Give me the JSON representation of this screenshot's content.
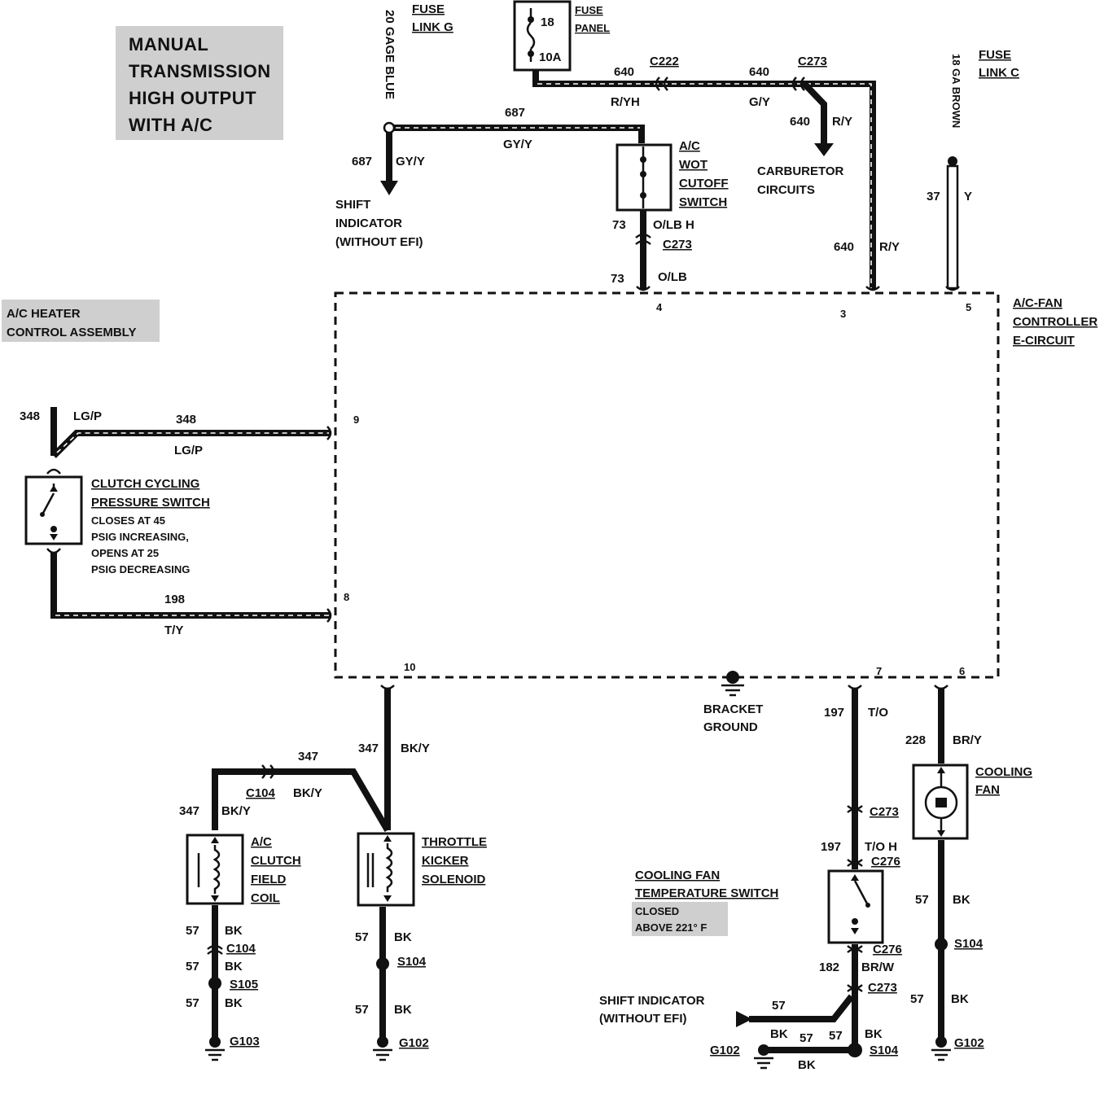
{
  "title_block": {
    "lines": [
      "MANUAL",
      "TRANSMISSION",
      "HIGH OUTPUT",
      "WITH A/C"
    ],
    "background": "#cfcfcf"
  },
  "heater_assembly": {
    "lines": [
      "A/C HEATER",
      "CONTROL ASSEMBLY"
    ]
  },
  "top": {
    "wire_20ga": "20 GAGE BLUE",
    "fuse_link_g": [
      "FUSE",
      "LINK G"
    ],
    "fuse_panel": [
      "FUSE",
      "PANEL"
    ],
    "fuse_num": "18",
    "fuse_amp": "10A",
    "fuse_link_c": [
      "FUSE",
      "LINK C"
    ],
    "wire_18ga": "18 GA BROWN"
  },
  "wires": {
    "w640_a": "640",
    "c222": "C222",
    "ryh": "R/YH",
    "w640_b": "640",
    "c273_top": "C273",
    "gy": "G/Y",
    "w640_c": "640",
    "ry_c": "R/Y",
    "carb": [
      "CARBURETOR",
      "CIRCUITS"
    ],
    "w687_h": "687",
    "gyy_h": "GY/Y",
    "w687_v": "687",
    "gyy_v": "GY/Y",
    "shift_top": [
      "SHIFT",
      "INDICATOR",
      "(WITHOUT EFI)"
    ],
    "wot": [
      "A/C",
      "WOT",
      "CUTOFF",
      "SWITCH"
    ],
    "w73_a": "73",
    "olbh": "O/LB H",
    "c273_mid": "C273",
    "w73_b": "73",
    "olb": "O/LB",
    "w640_d": "640",
    "ry_d": "R/Y",
    "w37": "37",
    "y37": "Y",
    "w348_a": "348",
    "lgp_a": "LG/P",
    "w348_b": "348",
    "lgp_b": "LG/P",
    "w198": "198",
    "ty": "T/Y"
  },
  "controller": {
    "label": [
      "A/C-FAN",
      "CONTROLLER",
      "E-CIRCUIT"
    ],
    "pins": {
      "p4": "4",
      "p3": "3",
      "p5": "5",
      "p9": "9",
      "p8": "8",
      "p10": "10",
      "p7": "7",
      "p6": "6"
    },
    "bracket": [
      "BRACKET",
      "GROUND"
    ]
  },
  "clutch_switch": {
    "title": [
      "CLUTCH CYCLING",
      "PRESSURE SWITCH"
    ],
    "notes": [
      "CLOSES AT 45",
      "PSIG INCREASING,",
      "OPENS AT 25",
      "PSIG DECREASING"
    ]
  },
  "bottom": {
    "w347_a": "347",
    "bky_a": "BK/Y",
    "w347_b": "347",
    "c104_top": "C104",
    "bky_b": "BK/Y",
    "w347_c": "347",
    "bky_c": "BK/Y",
    "clutch_coil": [
      "A/C",
      "CLUTCH",
      "FIELD",
      "COIL"
    ],
    "throttle": [
      "THROTTLE",
      "KICKER",
      "SOLENOID"
    ],
    "l57_1": "57",
    "bk_1": "BK",
    "c104_bot": "C104",
    "l57_2": "57",
    "bk_2": "BK",
    "s105": "S105",
    "l57_3": "57",
    "bk_3": "BK",
    "g103": "G103",
    "l57_4": "57",
    "bk_4": "BK",
    "s104_a": "S104",
    "l57_5": "57",
    "bk_5": "BK",
    "g102_a": "G102",
    "w197_a": "197",
    "to": "T/O",
    "c273_r1": "C273",
    "w197_b": "197",
    "toh": "T/O H",
    "c276_a": "C276",
    "cf_switch": [
      "COOLING FAN",
      "TEMPERATURE SWITCH"
    ],
    "cf_note": [
      "CLOSED",
      "ABOVE 221° F"
    ],
    "c276_b": "C276",
    "w182": "182",
    "brw": "BR/W",
    "c273_r2": "C273",
    "shift_bot": [
      "SHIFT INDICATOR",
      "(WITHOUT EFI)"
    ],
    "l57_6": "57",
    "bk_6": "BK",
    "l57_7": "57",
    "l57_8": "57",
    "bk_7": "BK",
    "bk_8": "BK",
    "g102_b": "G102",
    "s104_b": "S104",
    "w228": "228",
    "bry": "BR/Y",
    "cooling_fan": [
      "COOLING",
      "FAN"
    ],
    "l57_9": "57",
    "bk_9": "BK",
    "s104_c": "S104",
    "l57_10": "57",
    "bk_10": "BK",
    "g102_c": "G102"
  }
}
